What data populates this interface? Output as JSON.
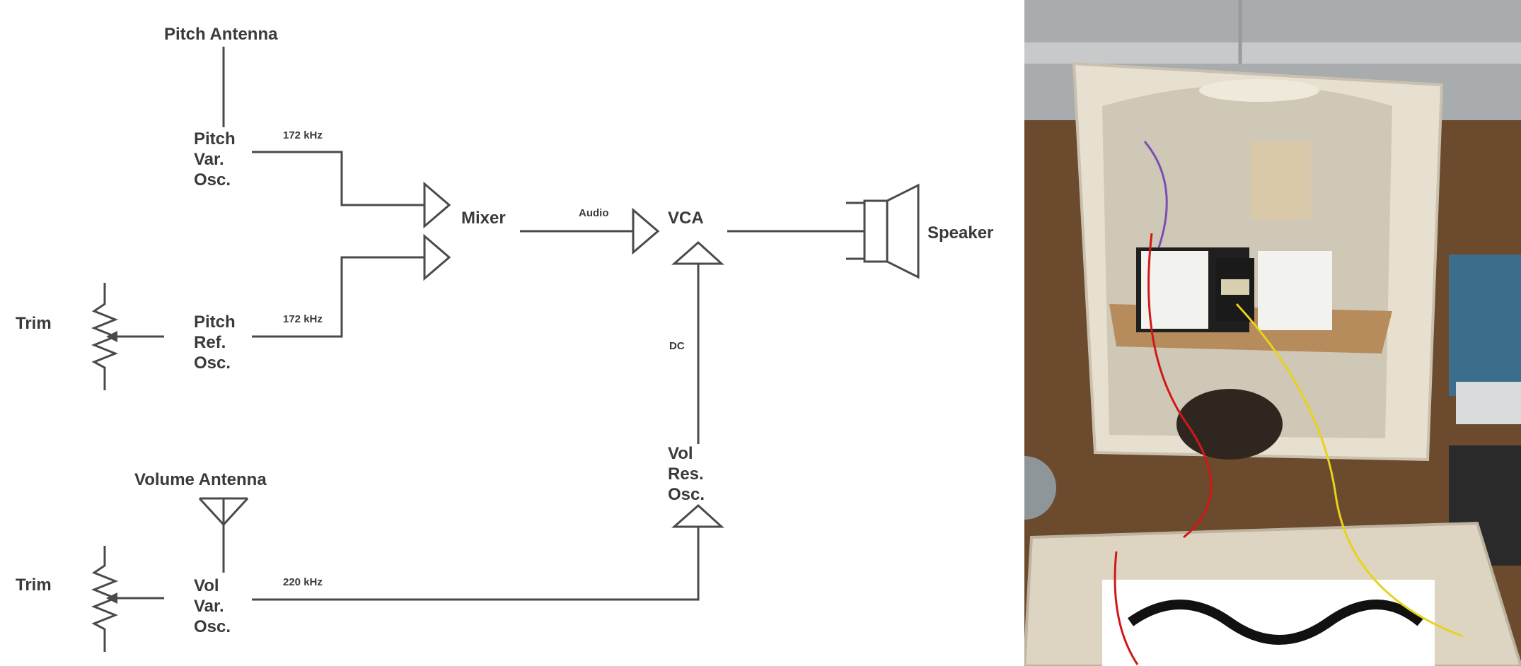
{
  "diagram": {
    "pitch_antenna": "Pitch Antenna",
    "pitch_var_osc": [
      "Pitch",
      "Var.",
      "Osc."
    ],
    "pitch_ref_osc": [
      "Pitch",
      "Ref.",
      "Osc."
    ],
    "vol_var_osc": [
      "Vol",
      "Var.",
      "Osc."
    ],
    "vol_res_osc": [
      "Vol",
      "Res.",
      "Osc."
    ],
    "freq_pitch_var": "172 kHz",
    "freq_pitch_ref": "172 kHz",
    "freq_vol_var": "220 kHz",
    "mixer": "Mixer",
    "audio": "Audio",
    "vca": "VCA",
    "dc": "DC",
    "speaker": "Speaker",
    "trim_top": "Trim",
    "trim_bottom": "Trim",
    "volume_antenna": "Volume Antenna"
  },
  "photo": {
    "colors": {
      "wood": "#6b4a2e",
      "case": "#e7e0d0",
      "breadboard": "#f2f2ee",
      "wire_red": "#d01818",
      "wire_yellow": "#e8d21a"
    }
  }
}
